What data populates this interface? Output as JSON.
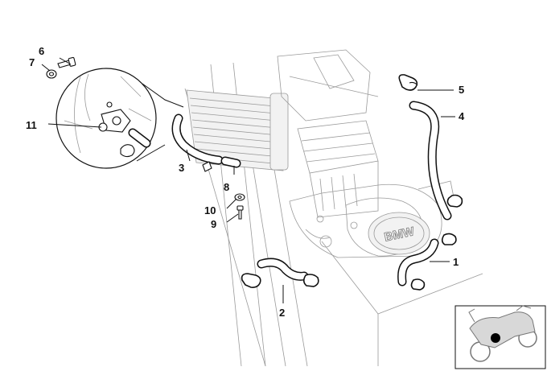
{
  "callouts": [
    {
      "id": "1",
      "label": "1"
    },
    {
      "id": "2",
      "label": "2"
    },
    {
      "id": "3",
      "label": "3"
    },
    {
      "id": "4",
      "label": "4"
    },
    {
      "id": "5",
      "label": "5"
    },
    {
      "id": "6",
      "label": "6"
    },
    {
      "id": "7",
      "label": "7"
    },
    {
      "id": "8",
      "label": "8"
    },
    {
      "id": "9",
      "label": "9"
    },
    {
      "id": "10",
      "label": "10"
    },
    {
      "id": "11",
      "label": "11"
    }
  ],
  "engine_badge": "BMW",
  "colors": {
    "line": "#111111",
    "ghost": "#9a9a9a",
    "marker": "#000000",
    "background": "#ffffff"
  }
}
